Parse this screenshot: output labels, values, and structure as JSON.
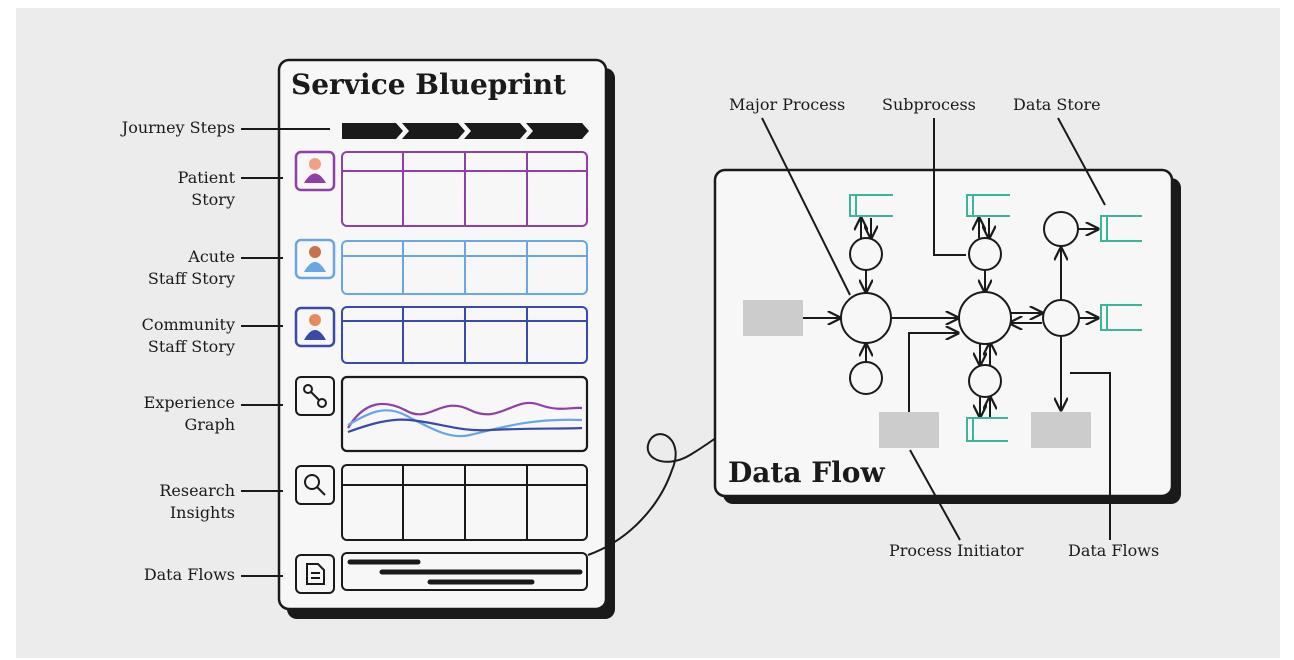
{
  "blueprint": {
    "title": "Service Blueprint",
    "rows": [
      {
        "label": "Journey Steps",
        "icon": ""
      },
      {
        "label": "Patient\nStory",
        "icon": "patient-avatar-icon",
        "color": "#8e3fa8"
      },
      {
        "label": "Acute\nStaff Story",
        "icon": "acute-staff-avatar-icon",
        "color": "#6aa6e6"
      },
      {
        "label": "Community\nStaff Story",
        "icon": "community-staff-avatar-icon",
        "color": "#3a4aa8"
      },
      {
        "label": "Experience\nGraph",
        "icon": "graph-nodes-icon"
      },
      {
        "label": "Research\nInsights",
        "icon": "magnifier-icon"
      },
      {
        "label": "Data Flows",
        "icon": "document-icon"
      }
    ]
  },
  "data_flow": {
    "title": "Data Flow",
    "callouts": {
      "major_process": "Major Process",
      "subprocess": "Subprocess",
      "data_store": "Data Store",
      "process_initiator": "Process Initiator",
      "data_flows": "Data Flows"
    }
  },
  "colors": {
    "patient": "#8e3fa8",
    "acute_staff": "#6aa6e6",
    "community_staff": "#3a4aa8",
    "data_store": "#3cb69a",
    "initiator": "#cccccc",
    "ink": "#1a1a1a",
    "skin": "#f0a084",
    "skin_dark": "#c8704c"
  }
}
